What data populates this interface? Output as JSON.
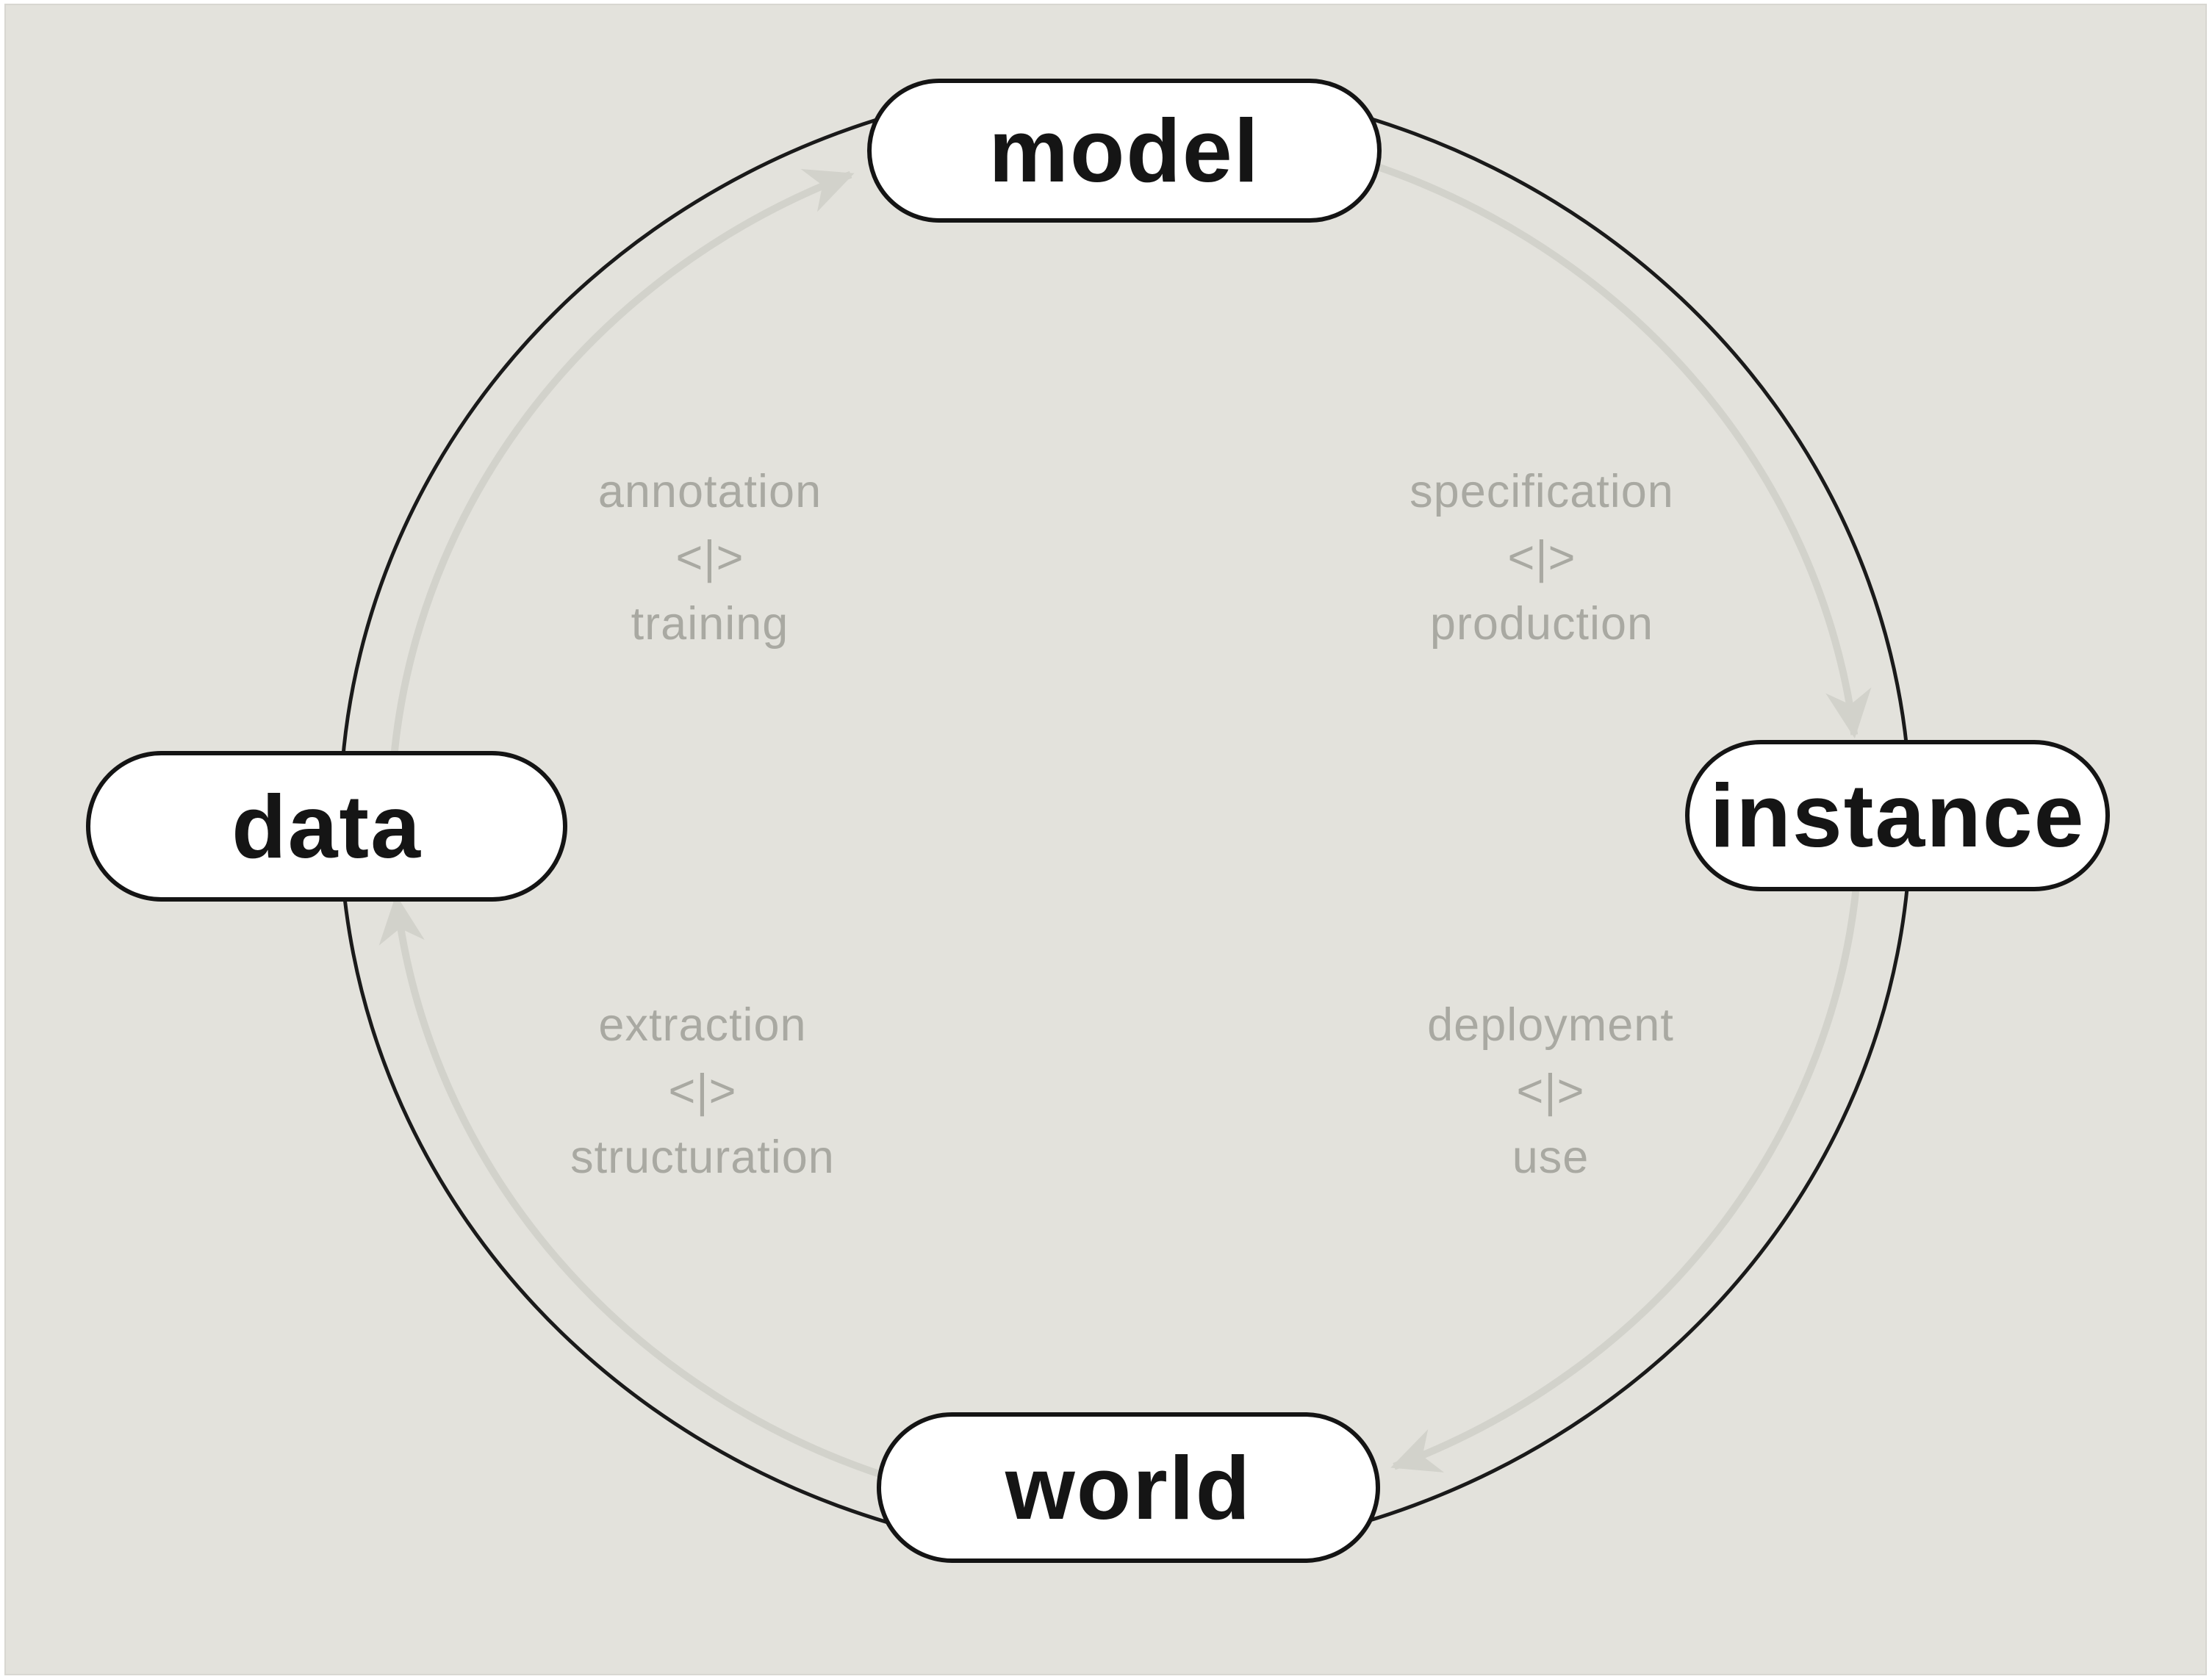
{
  "diagram": {
    "nodes": {
      "model": "model",
      "instance": "instance",
      "world": "world",
      "data": "data"
    },
    "transitions": {
      "data_to_model": {
        "line1": "annotation",
        "separator": "<|>",
        "line2": "training"
      },
      "model_to_instance": {
        "line1": "specification",
        "separator": "<|>",
        "line2": "production"
      },
      "instance_to_world": {
        "line1": "deployment",
        "separator": "<|>",
        "line2": "use"
      },
      "world_to_data": {
        "line1": "extraction",
        "separator": "<|>",
        "line2": "structuration"
      }
    },
    "colors": {
      "background": "#e3e2dc",
      "page_margin": "#ffffff",
      "outer_ring": "#1a1a1a",
      "inner_ring_and_arrows": "#d2d2cb",
      "node_fill": "#ffffff",
      "node_border": "#141414",
      "node_text": "#151515",
      "transition_text": "#a9a9a2"
    }
  }
}
